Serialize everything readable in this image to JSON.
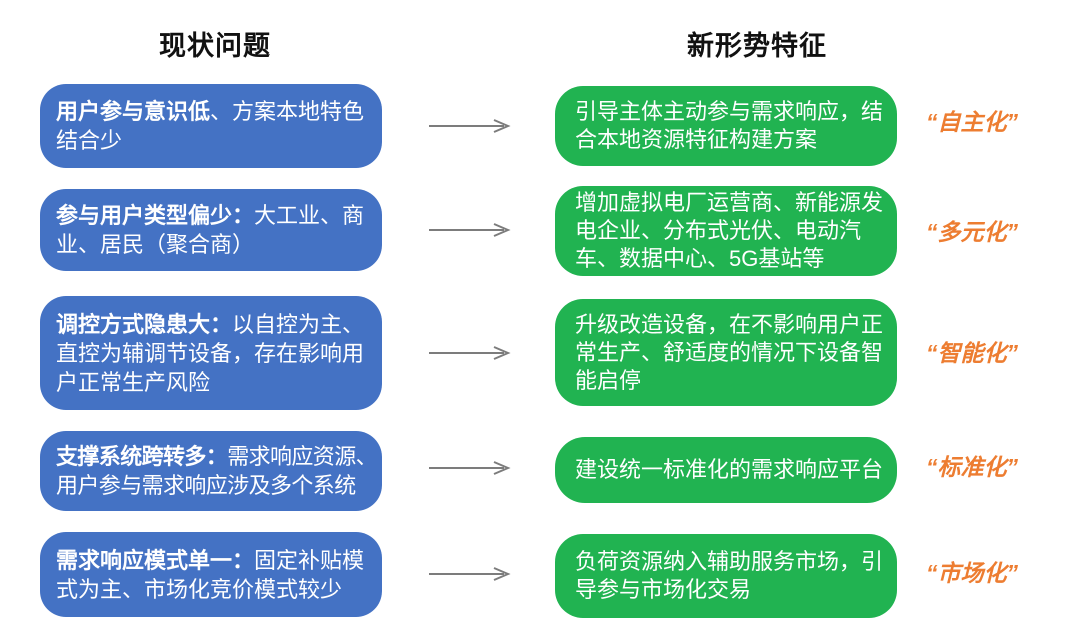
{
  "headers": {
    "left": "现状问题",
    "right": "新形势特征"
  },
  "colors": {
    "problem_box": "#4472C4",
    "feature_box": "#21B351",
    "label_text": "#ED7D31",
    "arrow": "#7C7C7C",
    "box_text": "#FFFFFF",
    "heading_text": "#111111",
    "background": "#FFFFFF"
  },
  "icons": {
    "arrow": "right-arrow →"
  },
  "rows": [
    {
      "problem_lead": "用户参与意识低",
      "problem_rest": "、方案本地特色结合少",
      "feature": "引导主体主动参与需求响应，结合本地资源特征构建方案",
      "label": "“自主化”"
    },
    {
      "problem_lead": "参与用户类型偏少：",
      "problem_rest": "大工业、商业、居民（聚合商）",
      "feature": "增加虚拟电厂运营商、新能源发电企业、分布式光伏、电动汽车、数据中心、5G基站等",
      "label": "“多元化”"
    },
    {
      "problem_lead": "调控方式隐患大：",
      "problem_rest": "以自控为主、直控为辅调节设备，存在影响用户正常生产风险",
      "feature": "升级改造设备，在不影响用户正常生产、舒适度的情况下设备智能启停",
      "label": "“智能化”"
    },
    {
      "problem_lead": "支撑系统跨转多：",
      "problem_rest": "需求响应资源、用户参与需求响应涉及多个系统",
      "feature": "建设统一标准化的需求响应平台",
      "label": "“标准化”"
    },
    {
      "problem_lead": "需求响应模式单一：",
      "problem_rest": "固定补贴模式为主、市场化竞价模式较少",
      "feature": "负荷资源纳入辅助服务市场，引导参与市场化交易",
      "label": "“市场化”"
    }
  ]
}
